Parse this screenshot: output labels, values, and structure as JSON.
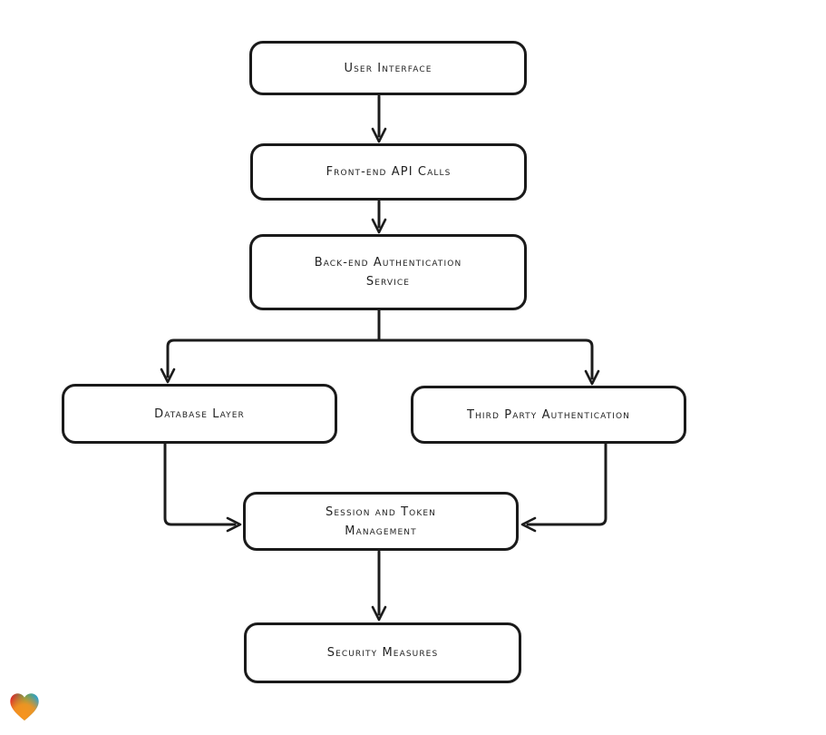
{
  "diagram": {
    "type": "flowchart",
    "direction": "top-down",
    "style": "hand-drawn",
    "nodes": [
      {
        "id": "user-interface",
        "label": "User Interface"
      },
      {
        "id": "front-end-api-calls",
        "label": "Front-end API Calls"
      },
      {
        "id": "back-end-authentication-service",
        "label": "Back-end Authentication\nService"
      },
      {
        "id": "database-layer",
        "label": "Database Layer"
      },
      {
        "id": "third-party-authentication",
        "label": "Third Party Authentication"
      },
      {
        "id": "session-and-token-management",
        "label": "Session and Token\nManagement"
      },
      {
        "id": "security-measures",
        "label": "Security Measures"
      }
    ],
    "edges": [
      {
        "from": "user-interface",
        "to": "front-end-api-calls"
      },
      {
        "from": "front-end-api-calls",
        "to": "back-end-authentication-service"
      },
      {
        "from": "back-end-authentication-service",
        "to": "database-layer"
      },
      {
        "from": "back-end-authentication-service",
        "to": "third-party-authentication"
      },
      {
        "from": "database-layer",
        "to": "session-and-token-management"
      },
      {
        "from": "third-party-authentication",
        "to": "session-and-token-management"
      },
      {
        "from": "session-and-token-management",
        "to": "security-measures"
      }
    ],
    "colors": {
      "background": "#ffffff",
      "node_fill": "#ffffff",
      "stroke": "#1c1c1c",
      "text": "#222222"
    },
    "logo": {
      "icon": "heart-gradient-icon",
      "colors": {
        "red": "#e42528",
        "green": "#6fa24f",
        "blue": "#2aa0d8",
        "orange": "#f7941e"
      }
    }
  }
}
